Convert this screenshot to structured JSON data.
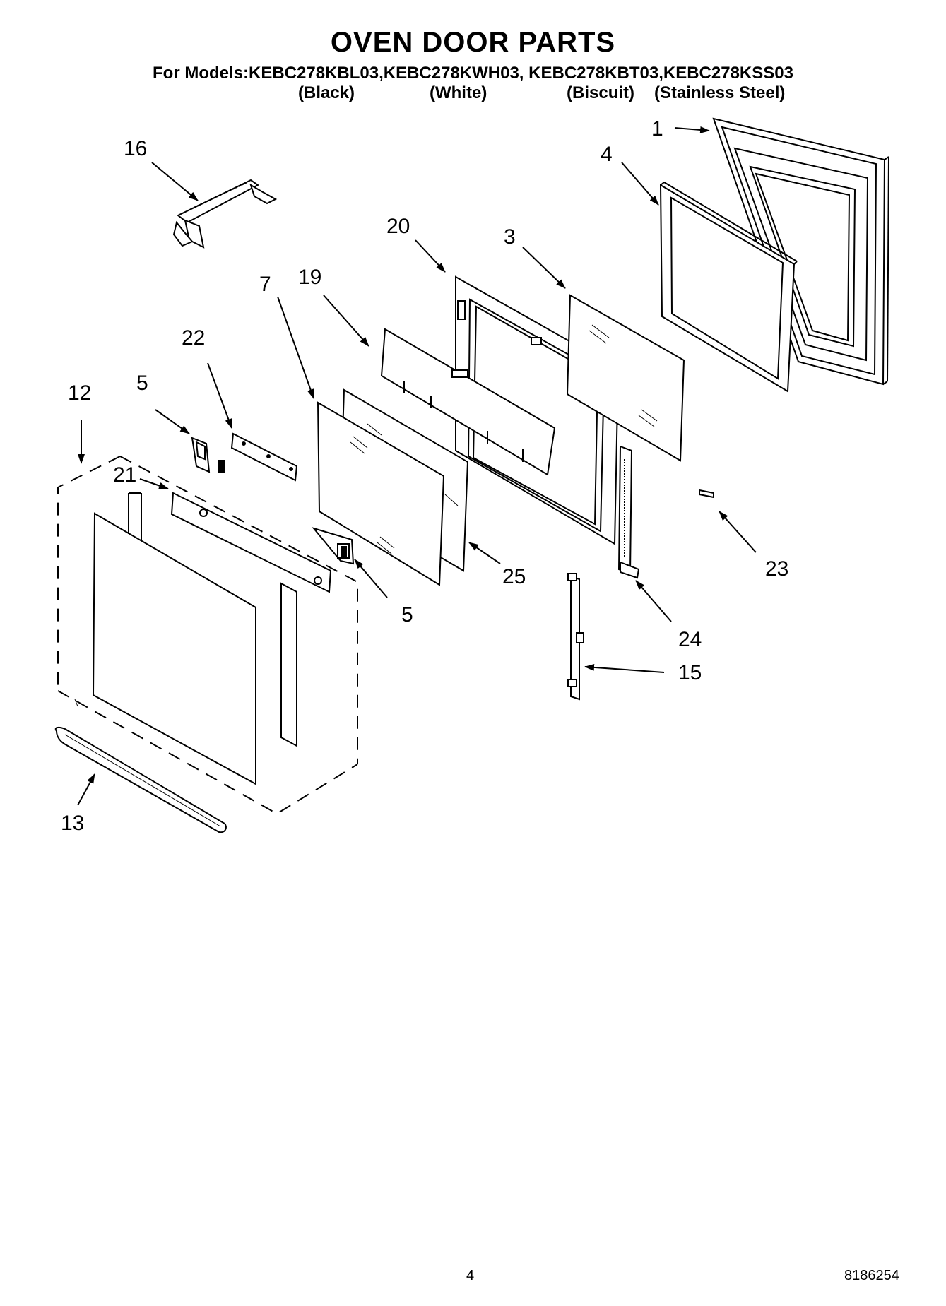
{
  "header": {
    "title": "OVEN DOOR PARTS",
    "models_line": "For Models:KEBC278KBL03,KEBC278KWH03, KEBC278KBT03,KEBC278KSS03",
    "colors": [
      "(Black)",
      "(White)",
      "(Biscuit)",
      "(Stainless Steel)"
    ]
  },
  "callouts": {
    "c1": "1",
    "c4": "4",
    "c16": "16",
    "c20": "20",
    "c3": "3",
    "c7": "7",
    "c19": "19",
    "c22": "22",
    "c12": "12",
    "c5a": "5",
    "c21": "21",
    "c5b": "5",
    "c25": "25",
    "c23": "23",
    "c24": "24",
    "c15": "15",
    "c13": "13"
  },
  "footer": {
    "page_number": "4",
    "doc_number": "8186254"
  }
}
